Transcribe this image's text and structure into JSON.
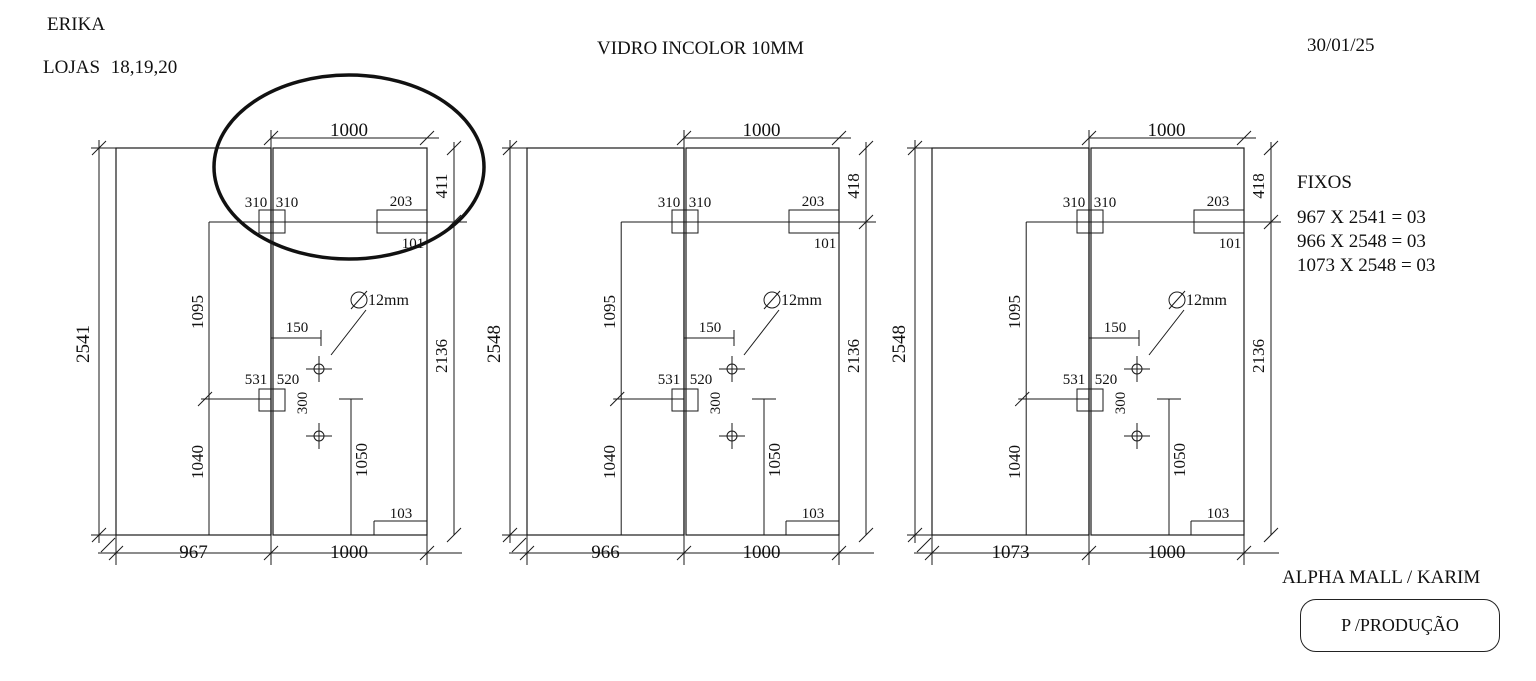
{
  "header": {
    "client_name": "ERIKA",
    "stores_label": "LOJAS",
    "stores_numbers": "18,19,20",
    "material": "VIDRO INCOLOR 10MM",
    "date": "30/01/25"
  },
  "panels": [
    {
      "fixed_width": "967",
      "door_width": "1000",
      "top_width": "1000",
      "total_height": "2541",
      "top_offset": "411",
      "door_height": "2136",
      "upper_vertical": "1095",
      "lower_vertical": "1040",
      "handle_height": "1050",
      "hinge_top_left": "310",
      "hinge_top_right": "310",
      "hinge_bottom_left": "531",
      "hinge_bottom_right": "520",
      "lock_top": "203",
      "lock_bottom": "101",
      "hole_spacing": "300",
      "hole_offset": "150",
      "hole_diameter": "12mm",
      "corner_notch": "103"
    },
    {
      "fixed_width": "966",
      "door_width": "1000",
      "top_width": "1000",
      "total_height": "2548",
      "top_offset": "418",
      "door_height": "2136",
      "upper_vertical": "1095",
      "lower_vertical": "1040",
      "handle_height": "1050",
      "hinge_top_left": "310",
      "hinge_top_right": "310",
      "hinge_bottom_left": "531",
      "hinge_bottom_right": "520",
      "lock_top": "203",
      "lock_bottom": "101",
      "hole_spacing": "300",
      "hole_offset": "150",
      "hole_diameter": "12mm",
      "corner_notch": "103"
    },
    {
      "fixed_width": "1073",
      "door_width": "1000",
      "top_width": "1000",
      "total_height": "2548",
      "top_offset": "418",
      "door_height": "2136",
      "upper_vertical": "1095",
      "lower_vertical": "1040",
      "handle_height": "1050",
      "hinge_top_left": "310",
      "hinge_top_right": "310",
      "hinge_bottom_left": "531",
      "hinge_bottom_right": "520",
      "lock_top": "203",
      "lock_bottom": "101",
      "hole_spacing": "300",
      "hole_offset": "150",
      "hole_diameter": "12mm",
      "corner_notch": "103"
    }
  ],
  "summary": {
    "title": "FIXOS",
    "lines": [
      "967 X 2541 = 03",
      "966 X 2548 = 03",
      "1073 X 2548 = 03"
    ]
  },
  "client_location": "ALPHA MALL / KARIM",
  "stamp": "P /PRODUÇÃO"
}
